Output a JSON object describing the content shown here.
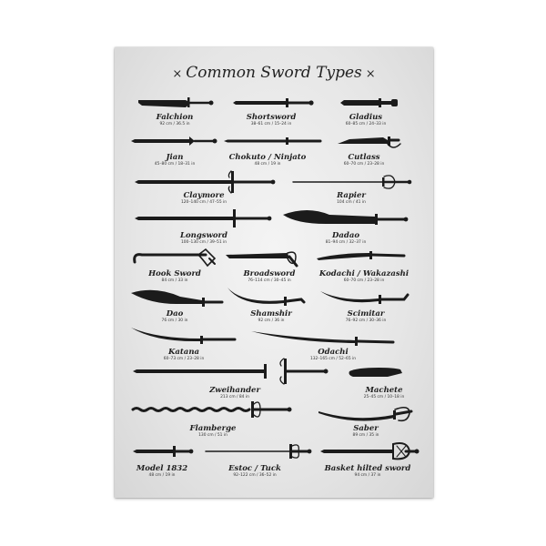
{
  "poster": {
    "title": "Common Sword Types",
    "title_ornament": "×",
    "swords": [
      {
        "name": "Falchion",
        "size": "92 cm / 36.5 in"
      },
      {
        "name": "Shortsword",
        "size": "38–61 cm / 15–24 in"
      },
      {
        "name": "Gladius",
        "size": "60–85 cm / 24–33 in"
      },
      {
        "name": "Jian",
        "size": "45–80 cm / 18–31 in"
      },
      {
        "name": "Chokuto / Ninjato",
        "size": "48 cm / 19 in"
      },
      {
        "name": "Cutlass",
        "size": "60–70 cm / 23–28 in"
      },
      {
        "name": "Claymore",
        "size": "120–140 cm / 47–55 in"
      },
      {
        "name": "Rapier",
        "size": "104 cm / 41 in"
      },
      {
        "name": "Longsword",
        "size": "100–130 cm / 39–51 in"
      },
      {
        "name": "Dadao",
        "size": "81–94 cm / 32–37 in"
      },
      {
        "name": "Hook Sword",
        "size": "84 cm / 33 in"
      },
      {
        "name": "Broadsword",
        "size": "76–114 cm / 30–45 in"
      },
      {
        "name": "Kodachi / Wakazashi",
        "size": "60–70 cm / 23–28 in"
      },
      {
        "name": "Dao",
        "size": "76 cm / 30 in"
      },
      {
        "name": "Shamshir",
        "size": "92 cm / 36 in"
      },
      {
        "name": "Scimitar",
        "size": "76–92 cm / 30–36 in"
      },
      {
        "name": "Katana",
        "size": "60–73 cm / 23–28 in"
      },
      {
        "name": "Odachi",
        "size": "132–165 cm / 52–65 in"
      },
      {
        "name": "Zweihander",
        "size": "213 cm / 84 in"
      },
      {
        "name": "Machete",
        "size": "25–45 cm / 10–18 in"
      },
      {
        "name": "Flamberge",
        "size": "130 cm / 51 in"
      },
      {
        "name": "Saber",
        "size": "89 cm / 35 in"
      },
      {
        "name": "Model 1832",
        "size": "48 cm / 19 in"
      },
      {
        "name": "Estoc / Tuck",
        "size": "92–122 cm / 36–52 in"
      },
      {
        "name": "Basket hilted sword",
        "size": "94 cm / 37 in"
      }
    ]
  }
}
